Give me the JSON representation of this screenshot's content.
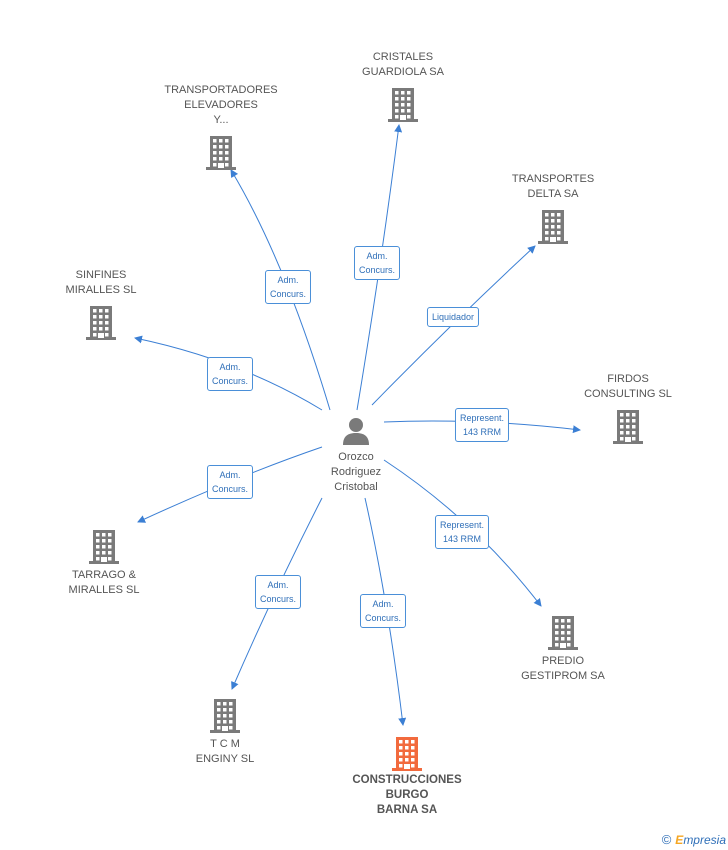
{
  "center": {
    "label": "Orozco\nRodriguez\nCristobal",
    "icon": "person-icon"
  },
  "companies": [
    {
      "id": "cristales",
      "label": "CRISTALES\nGUARDIOLA SA",
      "icon": "building-icon"
    },
    {
      "id": "transportadores",
      "label": "TRANSPORTADORES\nELEVADORES\nY...",
      "icon": "building-icon"
    },
    {
      "id": "transportes-delta",
      "label": "TRANSPORTES\nDELTA SA",
      "icon": "building-icon"
    },
    {
      "id": "sinfines",
      "label": "SINFINES\nMIRALLES SL",
      "icon": "building-icon"
    },
    {
      "id": "firdos",
      "label": "FIRDOS\nCONSULTING SL",
      "icon": "building-icon"
    },
    {
      "id": "tarrago",
      "label": "TARRAGO &\nMIRALLES SL",
      "icon": "building-icon"
    },
    {
      "id": "predio",
      "label": "PREDIO\nGESTIPROM SA",
      "icon": "building-icon"
    },
    {
      "id": "tcm",
      "label": "T C M\nENGINY SL",
      "icon": "building-icon"
    },
    {
      "id": "construcciones",
      "label": "CONSTRUCCIONES\nBURGO\nBARNA SA",
      "icon": "building-icon",
      "highlight": true
    }
  ],
  "relations": [
    {
      "target": "transportadores",
      "label": "Adm.\nConcurs."
    },
    {
      "target": "cristales",
      "label": "Adm.\nConcurs."
    },
    {
      "target": "transportes-delta",
      "label": "Liquidador"
    },
    {
      "target": "sinfines",
      "label": "Adm.\nConcurs."
    },
    {
      "target": "firdos",
      "label": "Represent.\n143 RRM"
    },
    {
      "target": "tarrago",
      "label": "Adm.\nConcurs."
    },
    {
      "target": "predio",
      "label": "Represent.\n143 RRM"
    },
    {
      "target": "tcm",
      "label": "Adm.\nConcurs."
    },
    {
      "target": "construcciones",
      "label": "Adm.\nConcurs."
    }
  ],
  "colors": {
    "edge": "#3b7fd4",
    "building": "#7a7a7a",
    "building_highlight": "#f26a3d",
    "person": "#7a7a7a"
  },
  "watermark": {
    "symbol": "©",
    "brand_first": "E",
    "brand_rest": "mpresia"
  }
}
